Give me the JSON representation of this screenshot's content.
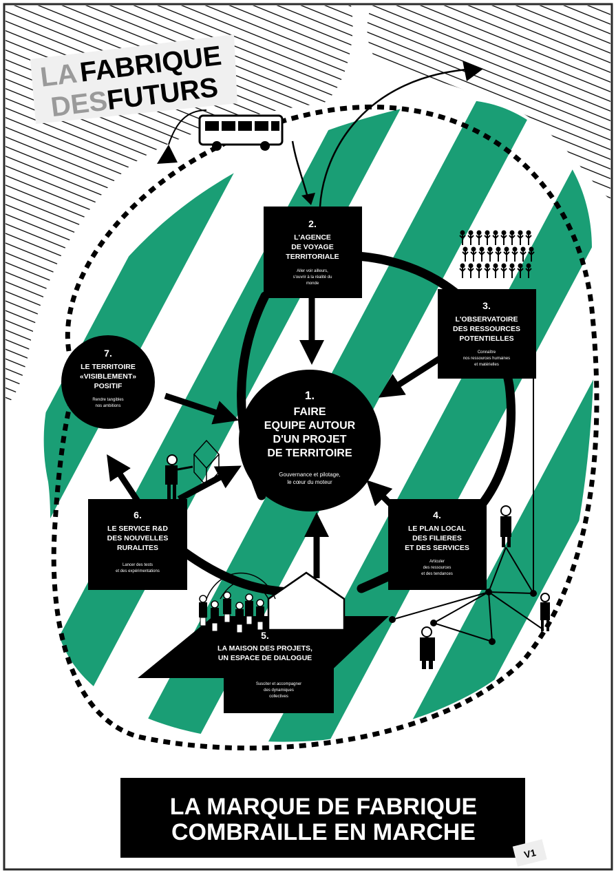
{
  "logo": {
    "line1_grey": "LA",
    "line1_black": "FABRIQUE",
    "line2_grey": "DES",
    "line2_black": "FUTURS"
  },
  "colors": {
    "green": "#1a9e75",
    "black": "#000000",
    "white": "#ffffff",
    "logo_grey": "#9a9a9a"
  },
  "nodes": {
    "n1": {
      "number": "1.",
      "title_lines": [
        "FAIRE",
        "EQUIPE AUTOUR",
        "D'UN PROJET",
        "DE TERRITOIRE"
      ],
      "sub_lines": [
        "Gouvernance et pilotage,",
        "le cœur du moteur"
      ]
    },
    "n2": {
      "number": "2.",
      "title_lines": [
        "L'AGENCE",
        "DE VOYAGE",
        "TERRITORIALE"
      ],
      "sub_lines": [
        "Aller voir ailleurs,",
        "s'ouvrir à la réalité du",
        "monde"
      ]
    },
    "n3": {
      "number": "3.",
      "title_lines": [
        "L'OBSERVATOIRE",
        "DES RESSOURCES",
        "POTENTIELLES"
      ],
      "sub_lines": [
        "Connaître",
        "nos ressources humaines",
        "et matérielles"
      ]
    },
    "n4": {
      "number": "4.",
      "title_lines": [
        "LE PLAN LOCAL",
        "DES FILIERES",
        "ET DES SERVICES"
      ],
      "sub_lines": [
        "Articuler",
        "des ressources",
        "et des tendances"
      ]
    },
    "n5": {
      "number": "5.",
      "title_lines": [
        "LA MAISON DES PROJETS,",
        "UN ESPACE DE DIALOGUE"
      ],
      "sub_lines": [
        "Susciter et accompagner",
        "des dynamiques",
        "collectives"
      ]
    },
    "n6": {
      "number": "6.",
      "title_lines": [
        "LE SERVICE R&D",
        "DES NOUVELLES",
        "RURALITES"
      ],
      "sub_lines": [
        "Lancer des tests",
        "et des expérimentations"
      ]
    },
    "n7": {
      "number": "7.",
      "title_lines": [
        "LE TERRITOIRE",
        "«VISIBLEMENT»",
        "POSITIF"
      ],
      "sub_lines": [
        "Rendre tangibles",
        "nos ambitions"
      ]
    }
  },
  "banner": {
    "line1": "LA MARQUE DE FABRIQUE",
    "line2": "COMBRAILLE EN MARCHE"
  },
  "version": "V1"
}
